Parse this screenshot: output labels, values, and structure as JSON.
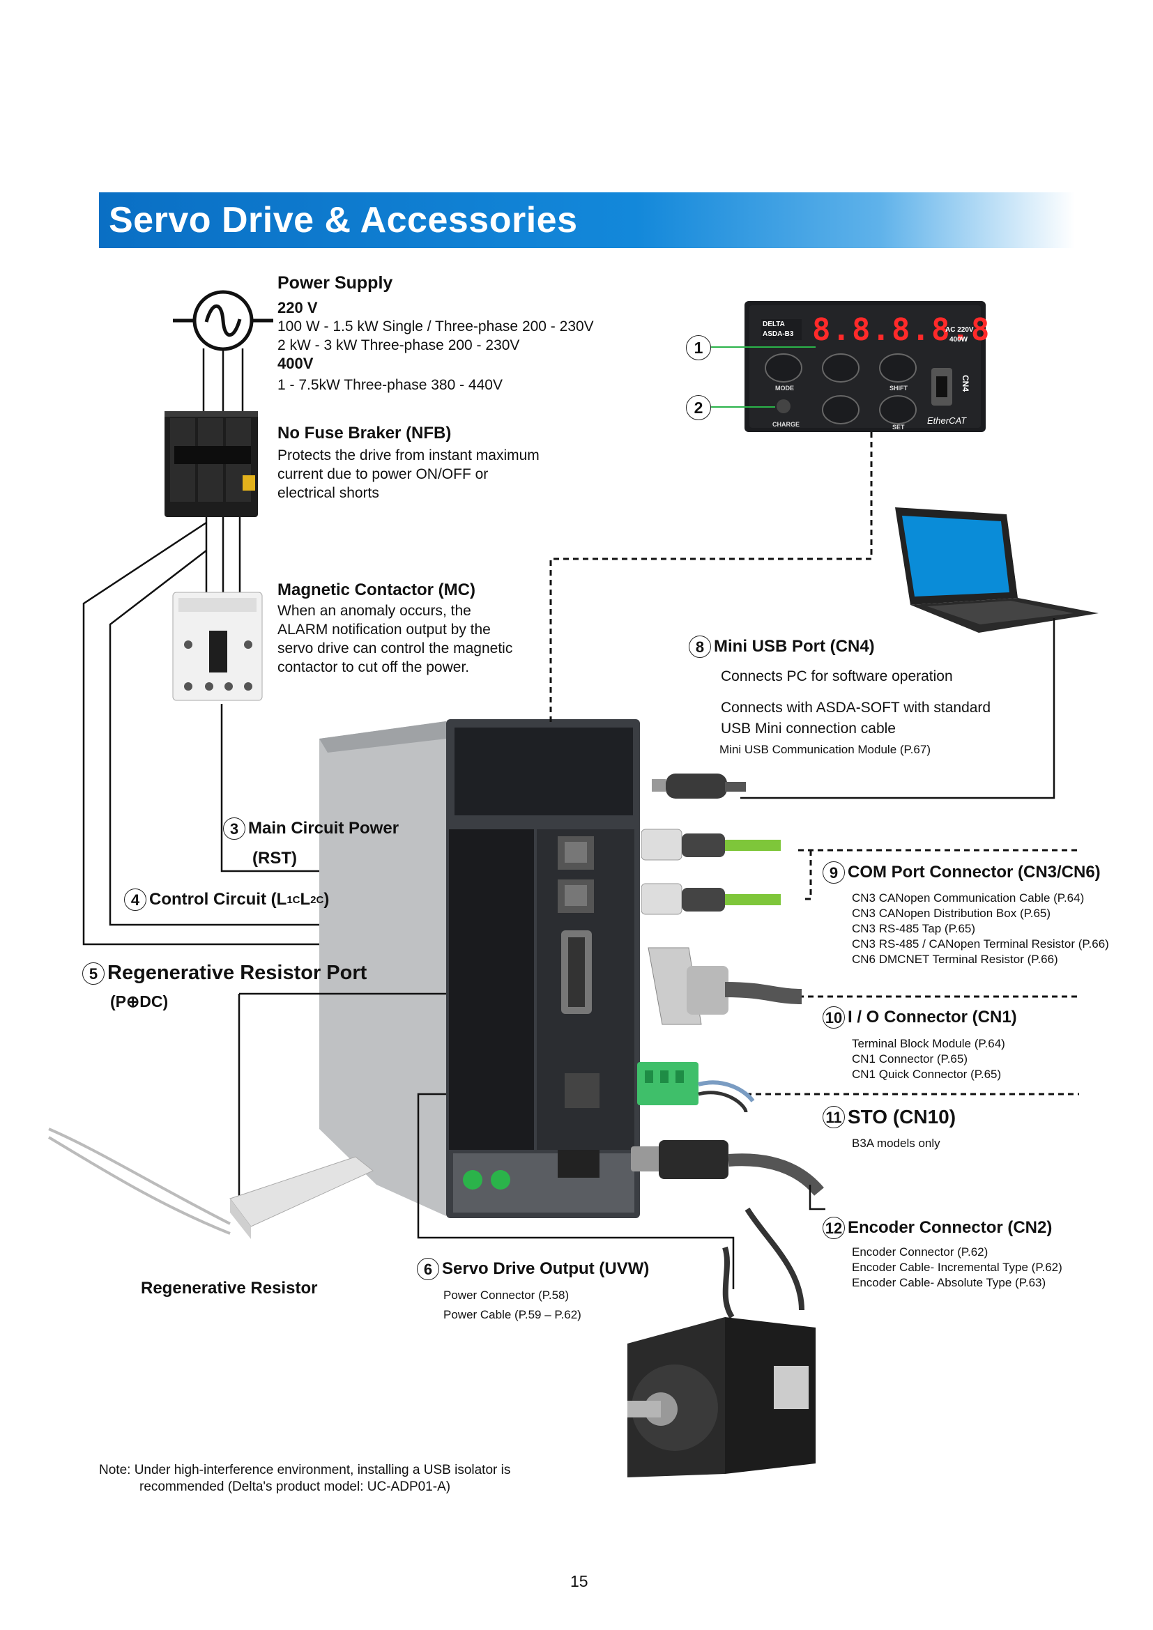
{
  "banner": {
    "title": "Servo Drive & Accessories",
    "color": "#0a6fc4"
  },
  "power_supply": {
    "title": "Power Supply",
    "v220": "220 V",
    "line1": "100 W - 1.5 kW Single / Three-phase 200 - 230V",
    "line2": "2 kW - 3 kW Three-phase 200 - 230V",
    "v400": "400V",
    "line3": "1 - 7.5kW Three-phase 380 - 440V"
  },
  "nfb": {
    "title": "No Fuse Braker (NFB)",
    "desc1": "Protects the drive from instant maximum",
    "desc2": "current due to power ON/OFF or",
    "desc3": "electrical shorts"
  },
  "mc": {
    "title": "Magnetic Contactor (MC)",
    "desc1": "When an anomaly occurs, the",
    "desc2": "ALARM notification output by the",
    "desc3": "servo drive can control the magnetic",
    "desc4": "contactor to cut off the power."
  },
  "callouts": {
    "c1": "1",
    "c2": "2",
    "c3": "3",
    "c4": "4",
    "c5": "5",
    "c6": "6",
    "c8": "8",
    "c9": "9",
    "c10": "10",
    "c11": "11",
    "c12": "12"
  },
  "panel": {
    "display": "8.8.8.8.8",
    "brand": "DELTA",
    "model": "ASDA-B3",
    "rating1": "AC 220V",
    "rating2": "400W",
    "btn_mode": "MODE",
    "btn_shift": "SHIFT",
    "btn_set": "SET",
    "charge": "CHARGE",
    "cn4": "CN4",
    "ethercat": "EtherCAT"
  },
  "main_power": {
    "title": "Main Circuit Power",
    "sub": "(RST)"
  },
  "control_circuit": {
    "title": "Control Circuit (L",
    "s1": "1C",
    "mid": " L",
    "s2": "2C",
    "end": ")"
  },
  "regen_port": {
    "title": "Regenerative Resistor Port",
    "sub": "(P⊕DC)"
  },
  "regen_resistor": {
    "label": "Regenerative Resistor"
  },
  "servo_output": {
    "title": "Servo Drive Output (UVW)",
    "item1": "Power Connector (P.58)",
    "item2": "Power Cable (P.59 – P.62)"
  },
  "usb": {
    "title": "Mini USB Port (CN4)",
    "desc1": "Connects PC for software operation",
    "desc2": "Connects with ASDA-SOFT with standard",
    "desc3": "USB Mini connection cable",
    "item1": "Mini USB Communication Module (P.67)"
  },
  "com": {
    "title": "COM Port Connector (CN3/CN6)",
    "items": [
      "CN3 CANopen Communication Cable (P.64)",
      "CN3 CANopen Distribution Box (P.65)",
      "CN3 RS-485 Tap (P.65)",
      "CN3 RS-485 / CANopen Terminal Resistor (P.66)",
      "CN6 DMCNET Terminal Resistor (P.66)"
    ]
  },
  "io": {
    "title": "I / O Connector (CN1)",
    "items": [
      "Terminal Block Module (P.64)",
      "CN1 Connector (P.65)",
      "CN1 Quick Connector (P.65)"
    ]
  },
  "sto": {
    "title": "STO (CN10)",
    "item1": "B3A models only"
  },
  "encoder": {
    "title": "Encoder Connector (CN2)",
    "items": [
      "Encoder Connector (P.62)",
      "Encoder Cable- Incremental Type (P.62)",
      "Encoder Cable- Absolute Type (P.63)"
    ]
  },
  "note": {
    "line1": "Note: Under high-interference environment, installing a USB isolator is",
    "line2": "recommended (Delta's product model: UC-ADP01-A)"
  },
  "page_number": "15"
}
